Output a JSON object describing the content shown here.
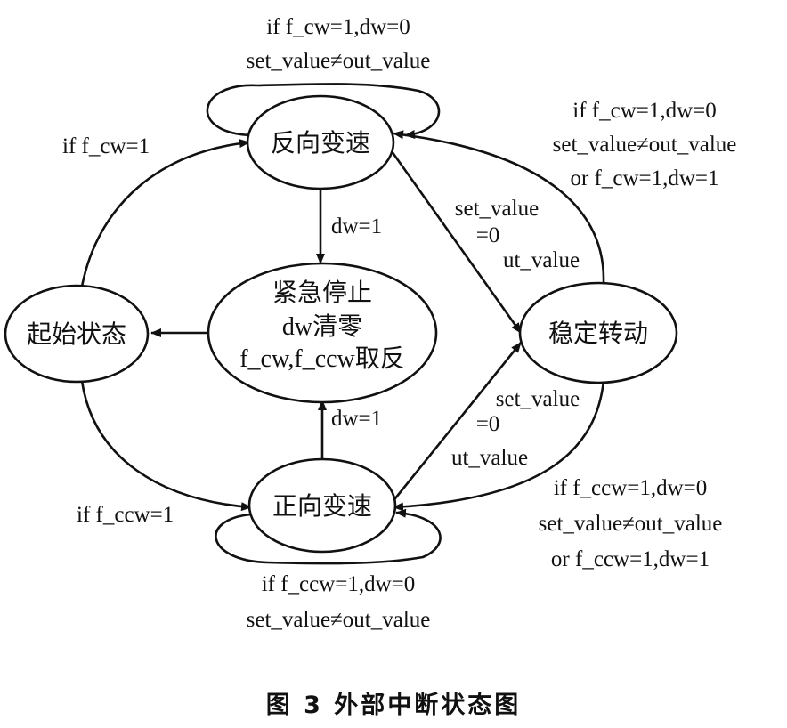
{
  "nodes": {
    "reverse": {
      "label": "反向变速"
    },
    "stop": {
      "lines": [
        "紧急停止",
        "dw清零",
        "f_cw,f_ccw取反"
      ]
    },
    "start": {
      "label": "起始状态"
    },
    "stable": {
      "label": "稳定转动"
    },
    "forward": {
      "label": "正向变速"
    }
  },
  "edges": {
    "reverse_loop": {
      "lines": [
        "if f_cw=1,dw=0",
        "set_value≠out_value"
      ]
    },
    "start_to_reverse": {
      "label": "if f_cw=1"
    },
    "reverse_to_stop": {
      "label": "dw=1"
    },
    "forward_to_stop": {
      "label": "dw=1"
    },
    "start_to_forward": {
      "label": "if f_ccw=1"
    },
    "forward_loop": {
      "lines": [
        "if f_ccw=1,dw=0",
        "set_value≠out_value"
      ]
    },
    "stable_to_reverse": {
      "lines": [
        "if f_cw=1,dw=0",
        "set_value≠out_value",
        "or f_cw=1,dw=1"
      ]
    },
    "stable_to_forward": {
      "lines": [
        "if f_ccw=1,dw=0",
        "set_value≠out_value",
        "or f_ccw=1,dw=1"
      ]
    },
    "reverse_to_stable": {
      "lines": [
        "set_value",
        "=0",
        "ut_value"
      ]
    },
    "forward_to_stable": {
      "lines": [
        "set_value",
        "=0",
        "ut_value"
      ]
    }
  },
  "caption": "图 3  外部中断状态图"
}
